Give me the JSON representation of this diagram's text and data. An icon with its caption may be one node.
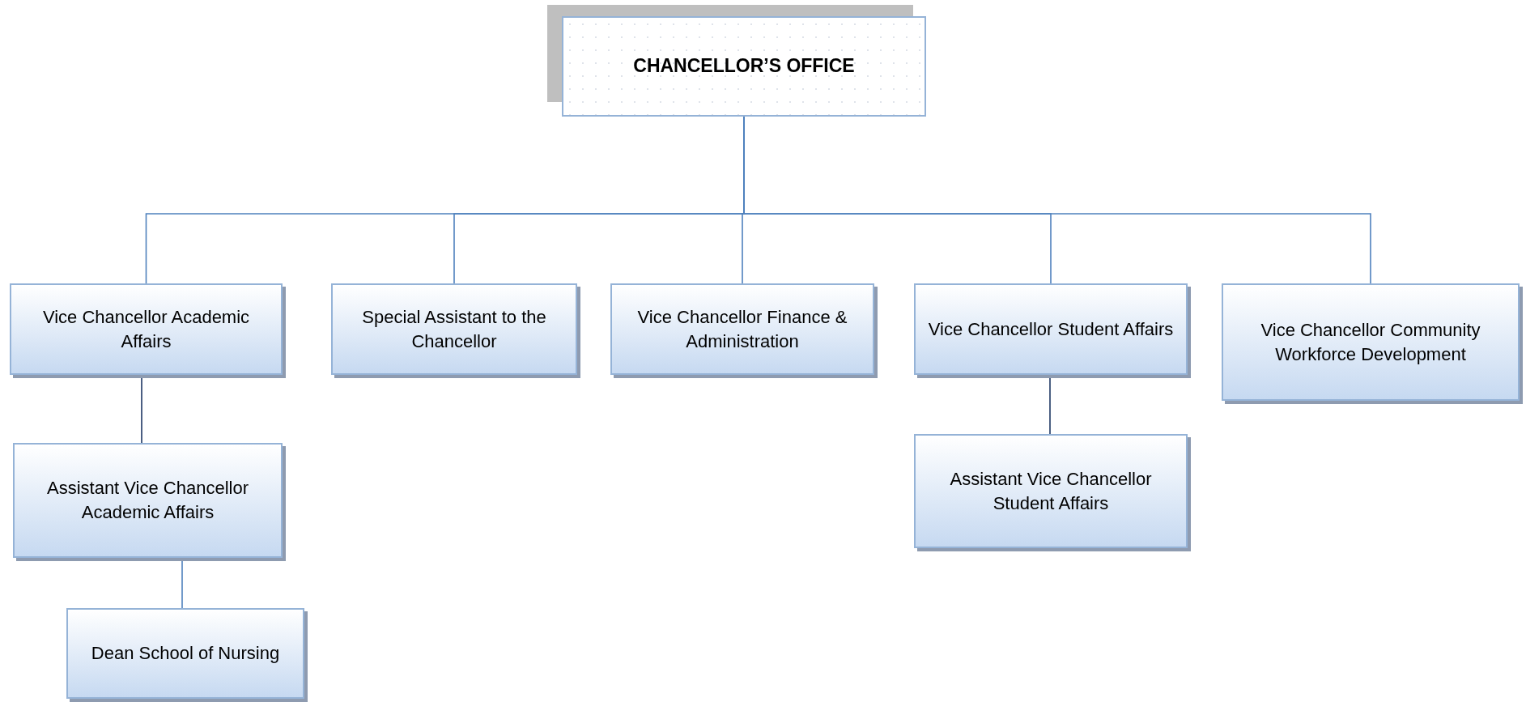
{
  "diagram": {
    "nodes": [
      {
        "text": [
          "CHANCELLOR’S OFFICE"
        ]
      },
      {
        "text": [
          "Vice Chancellor Academic Affairs"
        ]
      },
      {
        "text": [
          "Special Assistant to the Chancellor"
        ]
      },
      {
        "text": [
          "Vice Chancellor Finance & Administration"
        ]
      },
      {
        "text": [
          "Vice Chancellor Student Affairs"
        ]
      },
      {
        "text": [
          "Vice Chancellor Community Workforce Development"
        ]
      },
      {
        "text": [
          "Assistant Vice Chancellor Academic Affairs"
        ]
      },
      {
        "text": [
          "Dean School of Nursing"
        ]
      },
      {
        "text": [
          "Assistant Vice Chancellor Student Affairs"
        ]
      }
    ],
    "edges": [
      {
        "from": 0,
        "to": 1,
        "arrow": "none"
      },
      {
        "from": 0,
        "to": 2,
        "arrow": "none"
      },
      {
        "from": 0,
        "to": 3,
        "arrow": "none"
      },
      {
        "from": 0,
        "to": 4,
        "arrow": "none"
      },
      {
        "from": 0,
        "to": 5,
        "arrow": "none"
      },
      {
        "from": 1,
        "to": 6,
        "arrow": "none",
        "color": "#1f3864"
      },
      {
        "from": 6,
        "to": 7,
        "arrow": "none"
      },
      {
        "from": 4,
        "to": 8,
        "arrow": "none",
        "color": "#1f3864"
      }
    ]
  }
}
